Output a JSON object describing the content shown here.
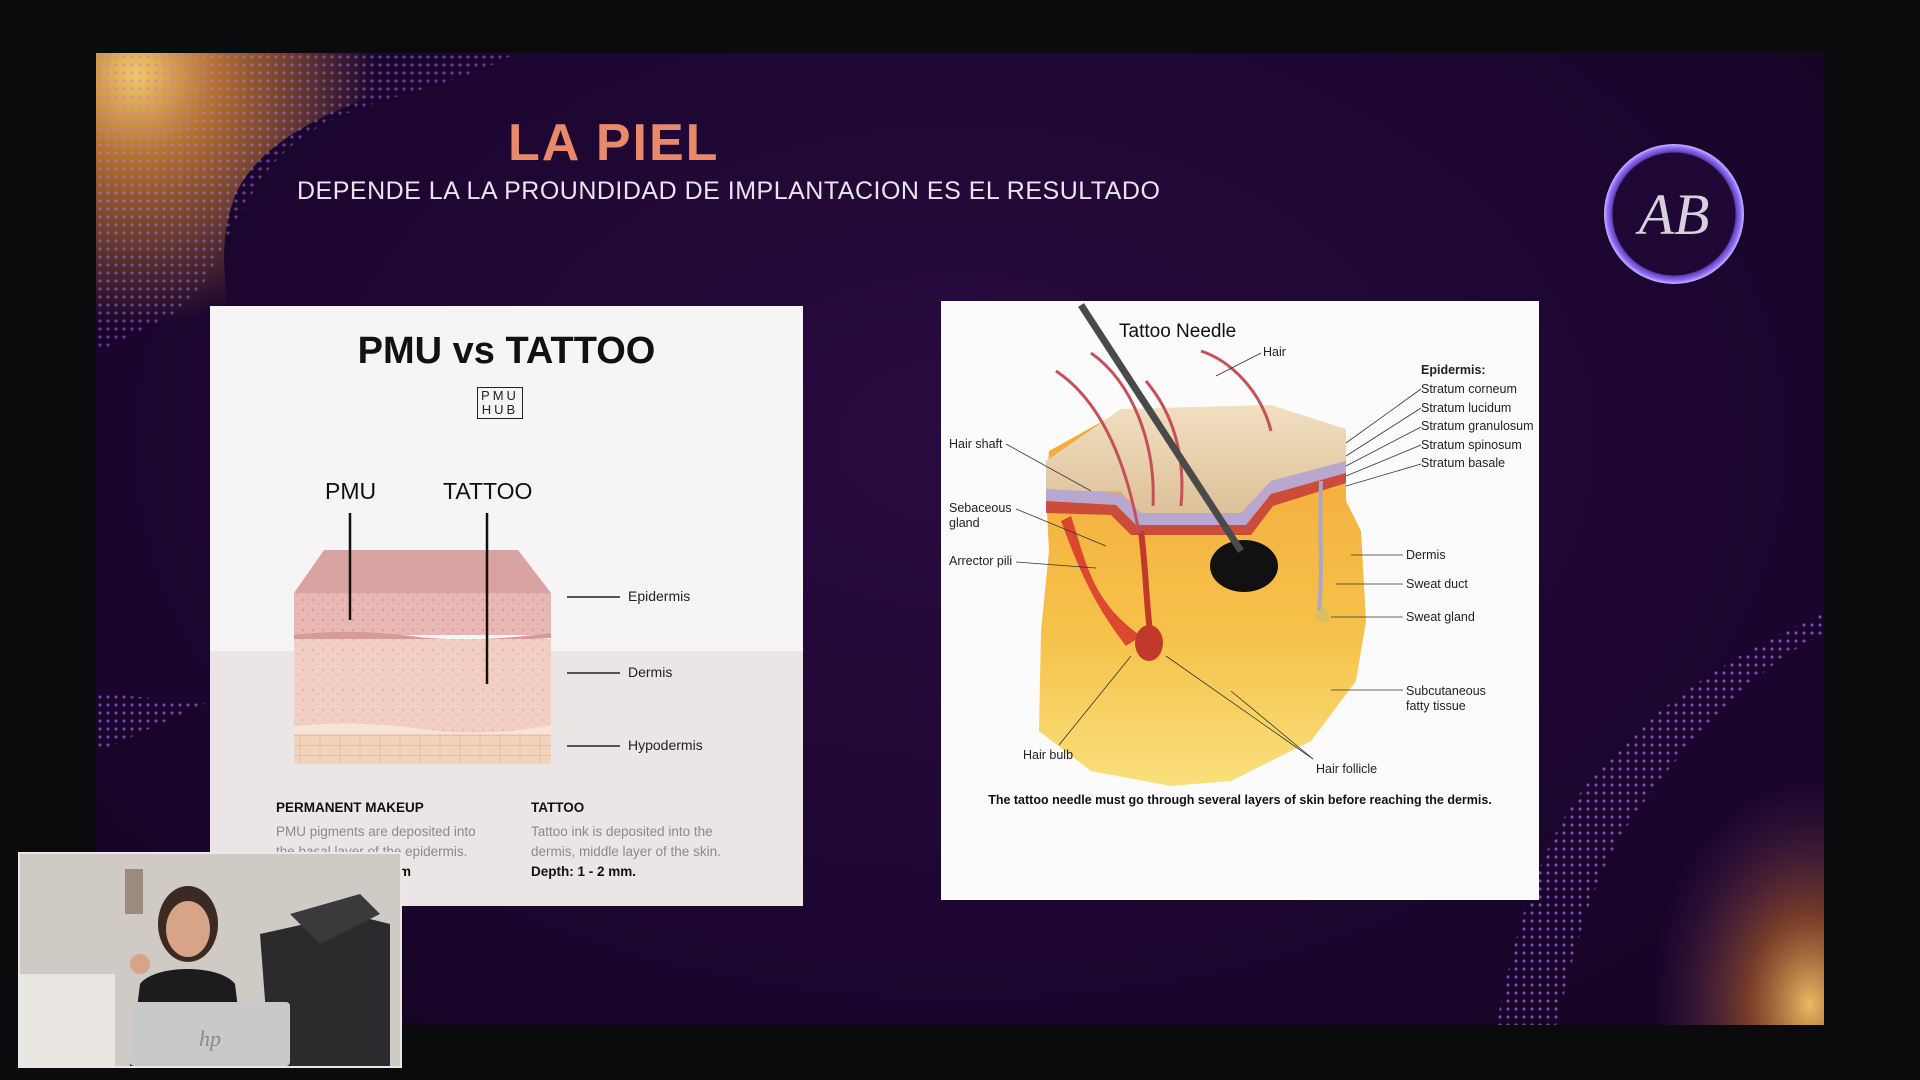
{
  "slide": {
    "title": "LA PIEL",
    "subtitle": "DEPENDE LA LA PROUNDIDAD DE IMPLANTACION ES EL RESULTADO",
    "logo_text": "AB",
    "colors": {
      "title": "#e8896a",
      "background": "#1c0630",
      "accent_gold": "#f6b13a",
      "accent_purple": "#a56bff"
    }
  },
  "pmu_panel": {
    "title": "PMU vs TATTOO",
    "badge_top": "PMU",
    "badge_bottom": "HUB",
    "col_pmu": "PMU",
    "col_tattoo": "TATTOO",
    "layers": [
      "Epidermis",
      "Dermis",
      "Hypodermis"
    ],
    "pmu_heading": "PERMANENT MAKEUP",
    "pmu_desc_1": "PMU pigments are deposited into",
    "pmu_desc_2": "the basal layer of the epidermis.",
    "pmu_depth_visible": "m",
    "tattoo_heading": "TATTOO",
    "tattoo_desc_1": "Tattoo ink is deposited into the",
    "tattoo_desc_2": "dermis, middle layer of the skin.",
    "tattoo_depth": "Depth: 1 - 2 mm."
  },
  "needle_panel": {
    "title": "Tattoo Needle",
    "labels": {
      "hair": "Hair",
      "hair_shaft": "Hair shaft",
      "sebaceous_1": "Sebaceous",
      "sebaceous_2": "gland",
      "arrector": "Arrector pili",
      "hair_bulb": "Hair bulb",
      "hair_follicle": "Hair follicle",
      "epidermis_heading": "Epidermis:",
      "stratum_corneum": "Stratum corneum",
      "stratum_lucidum": "Stratum lucidum",
      "stratum_granulosum": "Stratum granulosum",
      "stratum_spinosum": "Stratum spinosum",
      "stratum_basale": "Stratum basale",
      "dermis": "Dermis",
      "sweat_duct": "Sweat duct",
      "sweat_gland": "Sweat gland",
      "subcutaneous_1": "Subcutaneous",
      "subcutaneous_2": "fatty tissue"
    },
    "caption": "The tattoo needle must go through several layers of skin before reaching the dermis."
  },
  "webcam": {
    "laptop_logo": "hp"
  }
}
